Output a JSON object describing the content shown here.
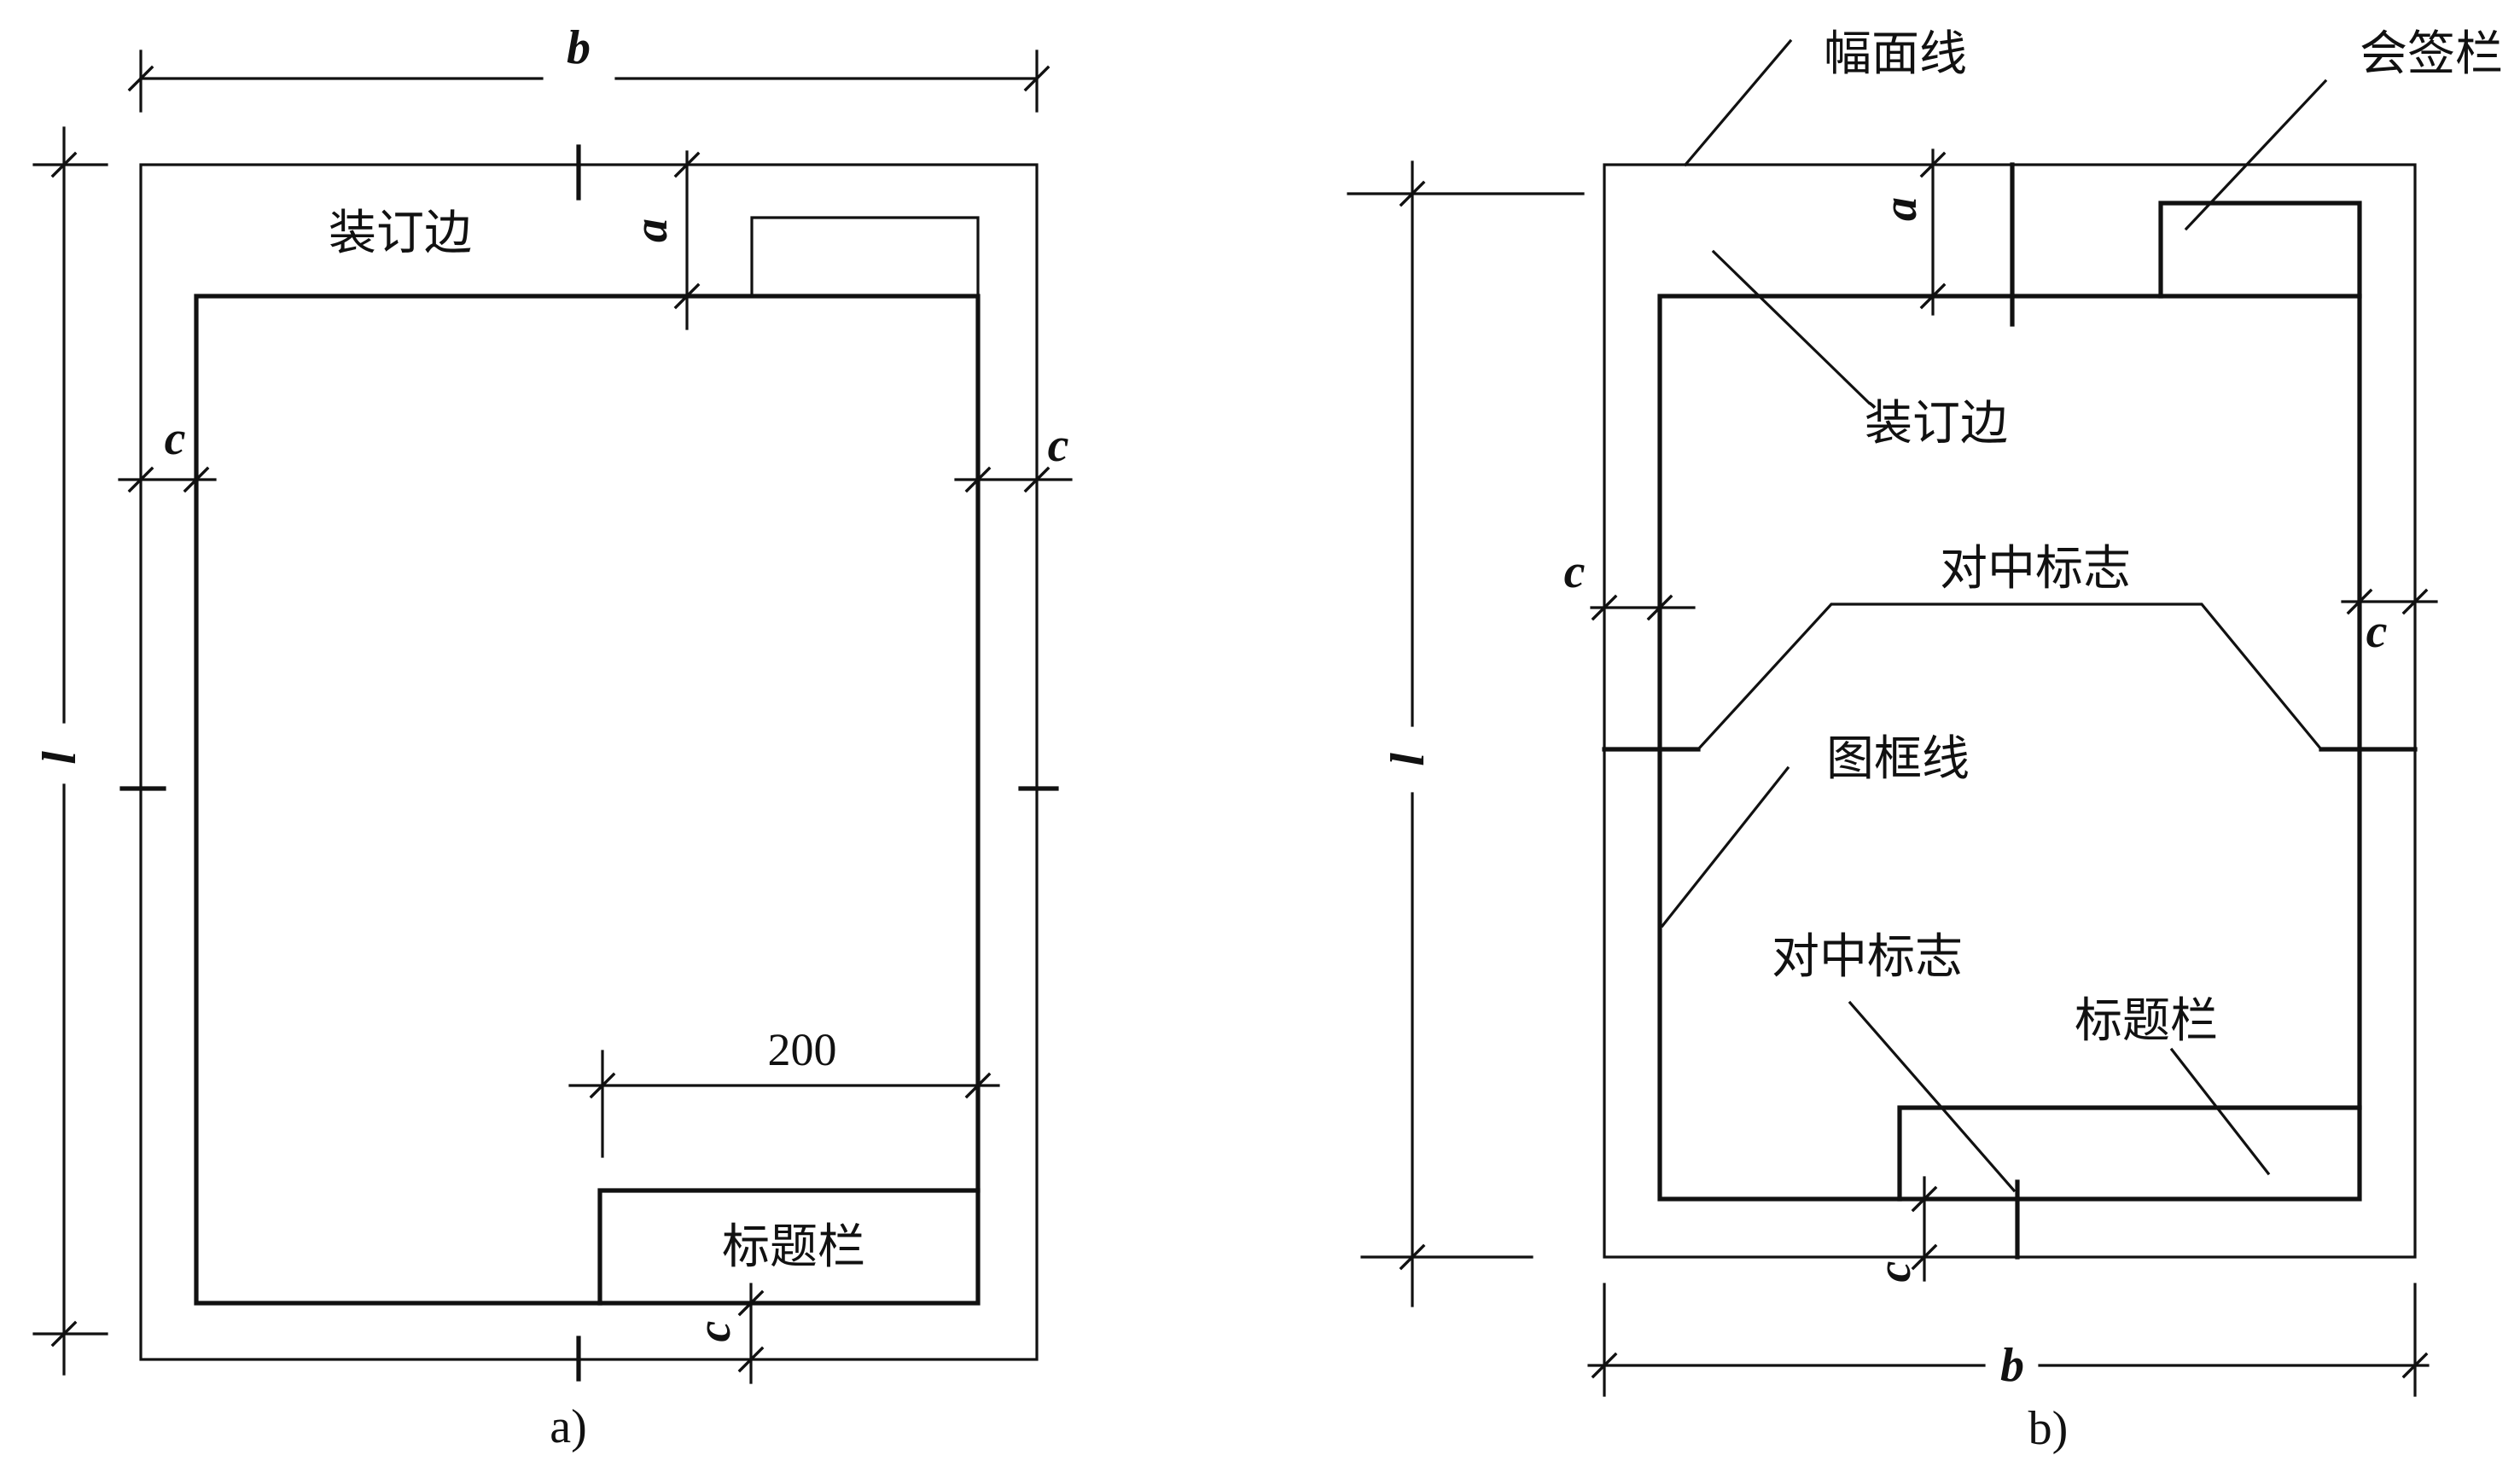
{
  "diagram_a": {
    "caption": "a)",
    "labels": {
      "width": "b",
      "length": "l",
      "binding_margin_dim": "a",
      "side_margin_left": "c",
      "side_margin_right": "c",
      "bottom_margin": "c",
      "binding_edge": "装订边",
      "title_block": "标题栏",
      "title_block_width": "200"
    }
  },
  "diagram_b": {
    "caption": "b)",
    "labels": {
      "sheet_border_line": "幅面线",
      "signature_block": "会签栏",
      "binding_margin_dim": "a",
      "binding_edge": "装订边",
      "centering_mark_top": "对中标志",
      "side_margin_left": "c",
      "side_margin_right": "c",
      "frame_line": "图框线",
      "centering_mark_bottom": "对中标志",
      "title_block": "标题栏",
      "bottom_margin": "c",
      "length": "l",
      "width": "b"
    }
  }
}
